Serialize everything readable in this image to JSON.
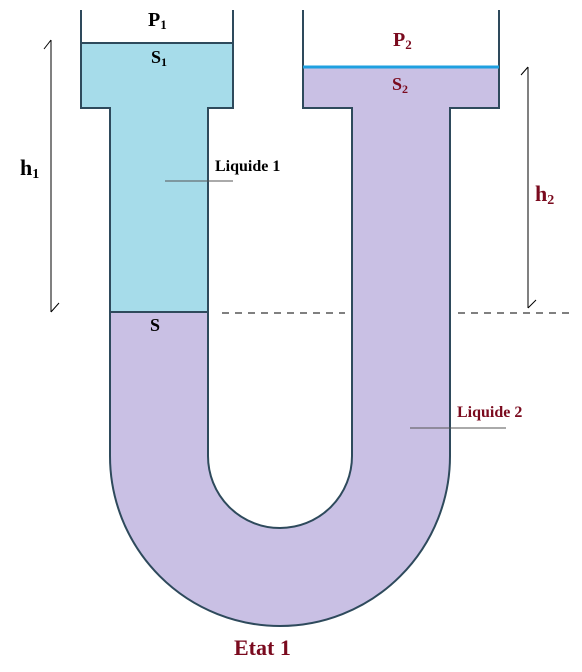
{
  "labels": {
    "p1": "P",
    "p1_sub": "1",
    "s1": "S",
    "s1_sub": "1",
    "p2": "P",
    "p2_sub": "2",
    "s2": "S",
    "s2_sub": "2",
    "h1": "h",
    "h1_sub": "1",
    "h2": "h",
    "h2_sub": "2",
    "s": "S",
    "liquide1": "Liquide 1",
    "liquide2": "Liquide 2",
    "title": "Etat 1"
  },
  "colors": {
    "liquid1": "#a6dcea",
    "liquid2": "#c9c0e4",
    "outline": "#2e4a5c",
    "surface2": "#1ea0e0",
    "dark_red": "#7a0a1e",
    "black": "#000000"
  }
}
